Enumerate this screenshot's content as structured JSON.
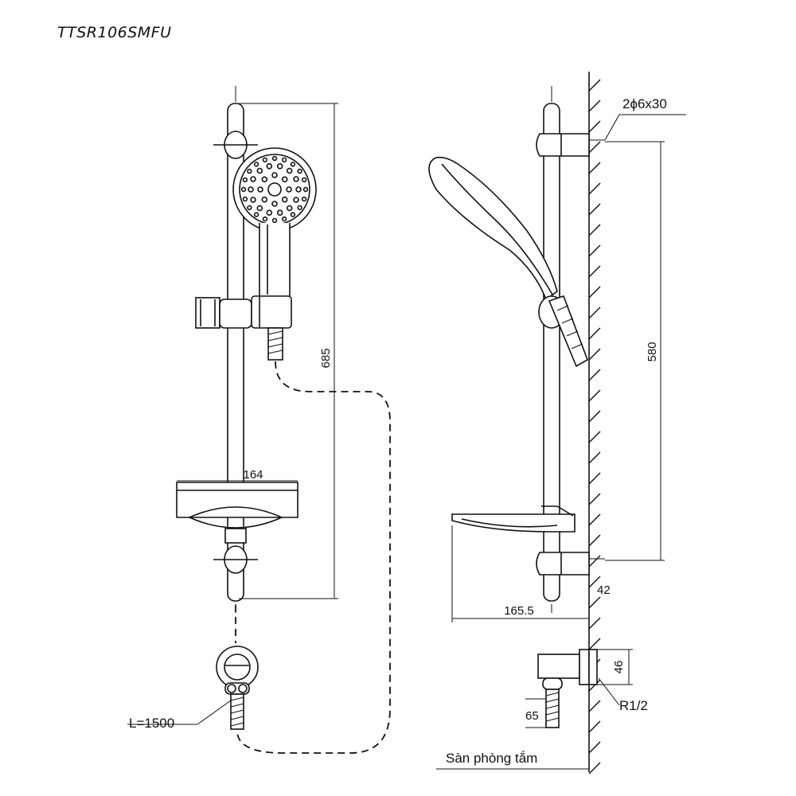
{
  "model": "TTSR106SMFU",
  "dimensions": {
    "height_total": "685",
    "tray_width": "164",
    "bracket_spacing": "580",
    "bottom_offset": "42",
    "projection": "165.5",
    "screw": "2ϕ6x30",
    "hose_length": "L=1500",
    "outlet_height": "46",
    "thread": "R1/2",
    "outlet_drop": "65"
  },
  "floor_label": "Sàn phòng tắm"
}
